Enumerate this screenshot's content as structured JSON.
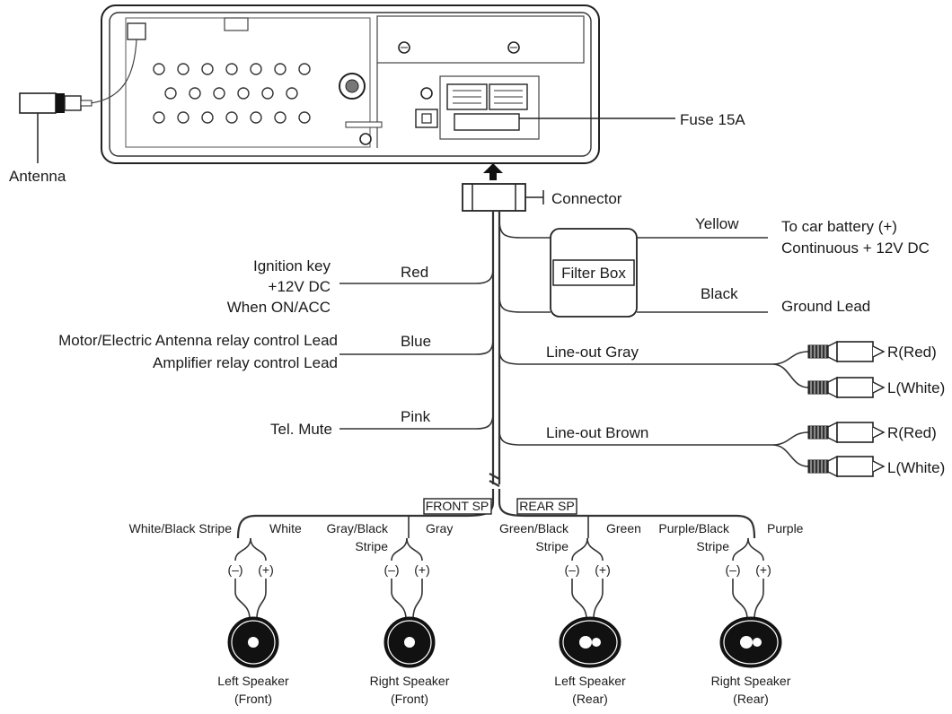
{
  "labels": {
    "antenna": "Antenna",
    "fuse": "Fuse 15A",
    "connector": "Connector",
    "filter_box": "Filter Box",
    "yellow": "Yellow",
    "battery_1": "To car battery (+)",
    "battery_2": "Continuous + 12V DC",
    "black": "Black",
    "ground": "Ground Lead",
    "ignition_1": "Ignition key",
    "ignition_2": "+12V DC",
    "ignition_3": "When ON/ACC",
    "red": "Red",
    "motor_relay": "Motor/Electric Antenna relay control Lead",
    "amp_relay": "Amplifier relay control Lead",
    "blue": "Blue",
    "lineout_gray": "Line-out  Gray",
    "r_red_1": "R(Red)",
    "l_white_1": "L(White)",
    "tel_mute": "Tel. Mute",
    "pink": "Pink",
    "lineout_brown": "Line-out  Brown",
    "r_red_2": "R(Red)",
    "l_white_2": "L(White)",
    "front_sp": "FRONT SP",
    "rear_sp": "REAR SP"
  },
  "speakers": [
    {
      "wire_neg": "White/Black Stripe",
      "wire_neg_2": "",
      "wire_pos": "White",
      "minus": "(–)",
      "plus": "(+)",
      "name": "Left Speaker",
      "position": "(Front)"
    },
    {
      "wire_neg": "Gray/Black",
      "wire_neg_2": "Stripe",
      "wire_pos": "Gray",
      "minus": "(–)",
      "plus": "(+)",
      "name": "Right Speaker",
      "position": "(Front)"
    },
    {
      "wire_neg": "Green/Black",
      "wire_neg_2": "Stripe",
      "wire_pos": "Green",
      "minus": "(–)",
      "plus": "(+)",
      "name": "Left Speaker",
      "position": "(Rear)"
    },
    {
      "wire_neg": "Purple/Black",
      "wire_neg_2": "Stripe",
      "wire_pos": "Purple",
      "minus": "(–)",
      "plus": "(+)",
      "name": "Right Speaker",
      "position": "(Rear)"
    }
  ]
}
